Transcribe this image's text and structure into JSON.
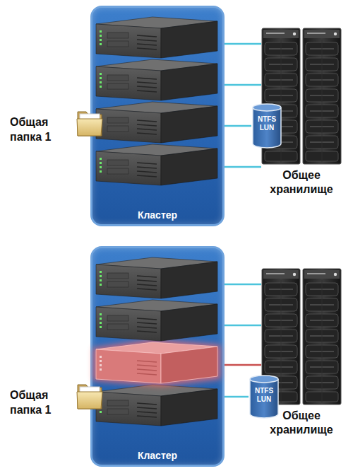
{
  "diagram": {
    "nodes": [
      {
        "text": [
          "Общая папка 1"
        ]
      },
      {
        "text": [
          "Кластер"
        ]
      },
      {
        "text": [
          "Общее хранилище"
        ]
      },
      {
        "text": [
          "NTFS LUN"
        ],
        "in": 2
      },
      {
        "text": [
          "Общая папка 1"
        ]
      },
      {
        "text": [
          "Кластер"
        ]
      },
      {
        "text": [
          "Общее хранилище"
        ]
      },
      {
        "text": [
          "NTFS LUN"
        ],
        "in": 6
      }
    ],
    "edges": [
      {
        "from": 1,
        "to": 2,
        "arrow": "none"
      },
      {
        "from": 1,
        "to": 2,
        "arrow": "none"
      },
      {
        "from": 1,
        "to": 3,
        "arrow": "none"
      },
      {
        "from": 1,
        "to": 2,
        "arrow": "none"
      },
      {
        "from": 5,
        "to": 6,
        "arrow": "none"
      },
      {
        "from": 5,
        "to": 6,
        "arrow": "none"
      },
      {
        "from": 5,
        "to": 6,
        "arrow": "none"
      },
      {
        "from": 5,
        "to": 7,
        "arrow": "none"
      }
    ]
  }
}
